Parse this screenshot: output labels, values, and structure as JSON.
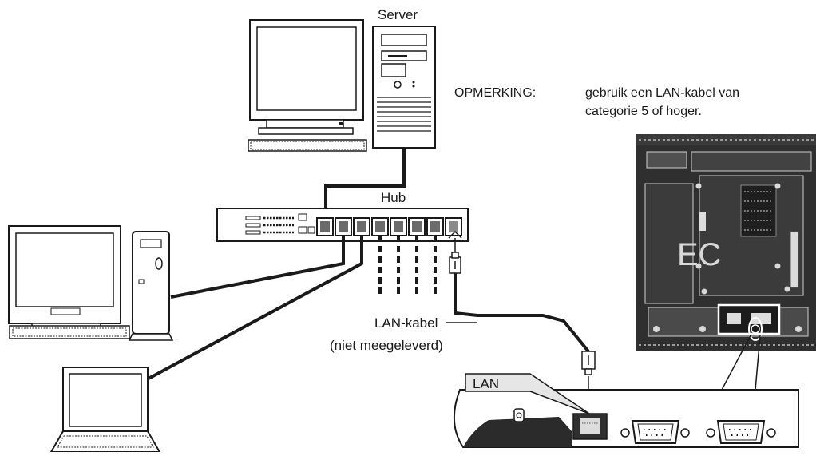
{
  "labels": {
    "server": "Server",
    "hub": "Hub",
    "lan_cable_line1": "LAN-kabel",
    "lan_cable_line2": "(niet meegeleverd)",
    "lan_port": "LAN",
    "note_heading": "OPMERKING:",
    "note_line1": "gebruik een LAN-kabel van",
    "note_line2": "categorie 5 of hoger.",
    "brand_logo": "EC"
  },
  "icons": {
    "server": "server-tower-icon",
    "server_monitor": "crt-monitor-icon",
    "desktop_pc": "desktop-computer-icon",
    "laptop": "laptop-icon",
    "hub": "network-hub-icon",
    "display": "display-rear-panel-icon",
    "rj45_plug": "rj45-plug-icon",
    "serial_port": "serial-port-icon"
  },
  "colors": {
    "line": "#1a1a1a",
    "panel_dark": "#2f2f2f",
    "callout_fill": "#e6e6e6",
    "device_fill": "#ffffff"
  }
}
